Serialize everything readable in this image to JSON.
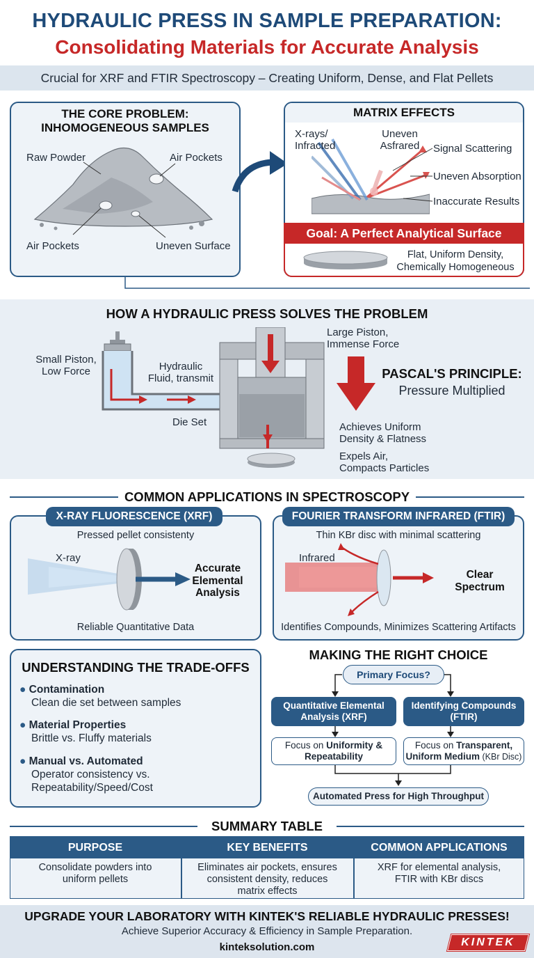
{
  "header": {
    "title": "HYDRAULIC PRESS IN SAMPLE PREPARATION:",
    "subtitle": "Consolidating Materials for Accurate Analysis",
    "tagline": "Crucial for XRF and FTIR Spectroscopy – Creating Uniform, Dense, and Flat Pellets"
  },
  "core_problem": {
    "title_line1": "THE CORE PROBLEM:",
    "title_line2": "INHOMOGENEOUS SAMPLES",
    "labels": [
      "Raw Powder",
      "Air Pockets",
      "Air Pockets",
      "Uneven Surface"
    ]
  },
  "matrix_effects": {
    "title": "MATRIX EFFECTS",
    "xray_label_1": "X-rays/",
    "xray_label_2": "Infracted",
    "uneven_label_1": "Uneven",
    "uneven_label_2": "Asfrared",
    "effects": [
      "Signal Scattering",
      "Uneven Absorption",
      "Inaccurate Results"
    ],
    "goal_title": "Goal: A Perfect Analytical Surface",
    "goal_desc_1": "Flat, Uniform Density,",
    "goal_desc_2": "Chemically Homogeneous"
  },
  "press": {
    "title": "HOW A HYDRAULIC PRESS SOLVES THE PROBLEM",
    "small_piston_1": "Small Piston,",
    "small_piston_2": "Low Force",
    "fluid_1": "Hydraulic",
    "fluid_2": "Fluid, transmit",
    "large_piston_1": "Large Piston,",
    "large_piston_2": "Immense Force",
    "die_set": "Die Set",
    "pascal_title": "PASCAL'S PRINCIPLE:",
    "pascal_sub": "Pressure Multiplied",
    "achieves_1": "Achieves Uniform",
    "achieves_2": "Density & Flatness",
    "expels_1": "Expels Air,",
    "expels_2": "Compacts Particles"
  },
  "applications": {
    "title": "COMMON APPLICATIONS IN SPECTROSCOPY",
    "xrf": {
      "tab": "X-RAY FLUORESCENCE (XRF)",
      "desc": "Pressed pellet consistenty",
      "beam_label": "X-ray",
      "result_1": "Accurate",
      "result_2": "Elemental",
      "result_3": "Analysis",
      "footer": "Reliable Quantitative Data"
    },
    "ftir": {
      "tab": "FOURIER TRANSFORM INFRARED (FTIR)",
      "desc": "Thin KBr disc with minimal scattering",
      "beam_label": "Infrared",
      "result_1": "Clear",
      "result_2": "Spectrum",
      "footer": "Identifies Compounds, Minimizes Scattering Artifacts"
    }
  },
  "tradeoffs": {
    "title": "UNDERSTANDING THE TRADE-OFFS",
    "items": [
      {
        "head": "Contamination",
        "line1": "Clean die set between samples",
        "line2": ""
      },
      {
        "head": "Material Properties",
        "line1": "Brittle vs. Fluffy materials",
        "line2": ""
      },
      {
        "head": "Manual vs. Automated",
        "line1": "Operator consistency vs.",
        "line2": "Repeatability/Speed/Cost"
      }
    ]
  },
  "choice": {
    "title": "MAKING THE RIGHT CHOICE",
    "primary": "Primary Focus?",
    "left_1": "Quantitative Elemental",
    "left_2": "Analysis (XRF)",
    "right_1": "Identifying Compounds",
    "right_2": "(FTIR)",
    "left_focus_a": "Focus on ",
    "left_focus_b": "Uniformity &",
    "left_focus_c": "Repeatability",
    "right_focus_a": "Focus on ",
    "right_focus_b": "Transparent,",
    "right_focus_c": "Uniform Medium",
    "right_focus_d": " (KBr Disc)",
    "bottom": "Automated Press for High Throughput"
  },
  "summary": {
    "title": "SUMMARY TABLE",
    "headers": [
      "PURPOSE",
      "KEY BENEFITS",
      "COMMON APPLICATIONS"
    ],
    "row": [
      {
        "l1": "Consolidate powders into",
        "l2": "uniform pellets",
        "l3": ""
      },
      {
        "l1": "Eliminates air pockets, ensures",
        "l2": "consistent density, reduces",
        "l3": "matrix effects"
      },
      {
        "l1": "XRF for elemental analysis,",
        "l2": "FTIR with KBr discs",
        "l3": ""
      }
    ]
  },
  "footer": {
    "cta": "UPGRADE YOUR LABORATORY WITH KINTEK'S RELIABLE HYDRAULIC PRESSES!",
    "sub": "Achieve Superior Accuracy & Efficiency in Sample Preparation.",
    "url": "kinteksolution.com",
    "logo": "KINTEK"
  },
  "colors": {
    "navy": "#1e4a78",
    "red": "#c62828",
    "panel_bg": "#eef3f8"
  }
}
